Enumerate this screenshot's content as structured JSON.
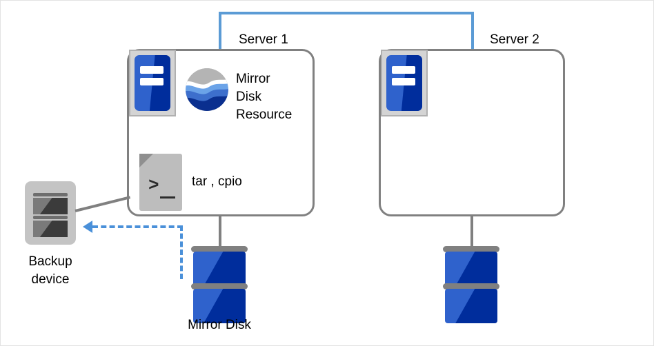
{
  "diagram": {
    "title": "Mirror disk backup configuration",
    "colors": {
      "interconnect": "#5b9bd5",
      "backup_flow": "#4a90d9",
      "box_border": "#808080",
      "disk_blue": "#2f62cc",
      "disk_blue_dark": "#002d9c",
      "icon_gray": "#c4c4c4"
    },
    "servers": [
      {
        "label": "Server 1",
        "server_icon_name": "server-unit-icon",
        "resources": [
          {
            "icon": "mirror-disk-resource-globe-icon",
            "label": "Mirror\nDisk\nResource"
          },
          {
            "icon": "script-terminal-icon",
            "label": "tar , cpio"
          }
        ]
      },
      {
        "label": "Server 2",
        "server_icon_name": "server-unit-icon",
        "resources": []
      }
    ],
    "mirror_resource": {
      "line1": "Mirror",
      "line2": "Disk",
      "line3": "Resource"
    },
    "backup_command_label": "tar , cpio",
    "backup_device": {
      "line1": "Backup",
      "line2": "device",
      "icon": "backup-device-icon"
    },
    "disks": [
      {
        "label": "Mirror Disk",
        "icon": "disk-stack-icon"
      },
      {
        "label": "",
        "icon": "disk-stack-icon"
      }
    ],
    "mirror_disk_label": "Mirror Disk",
    "flow": {
      "backup_arrow_name": "backup-data-flow-arrow",
      "interconnect_name": "server-interconnect-line"
    }
  }
}
